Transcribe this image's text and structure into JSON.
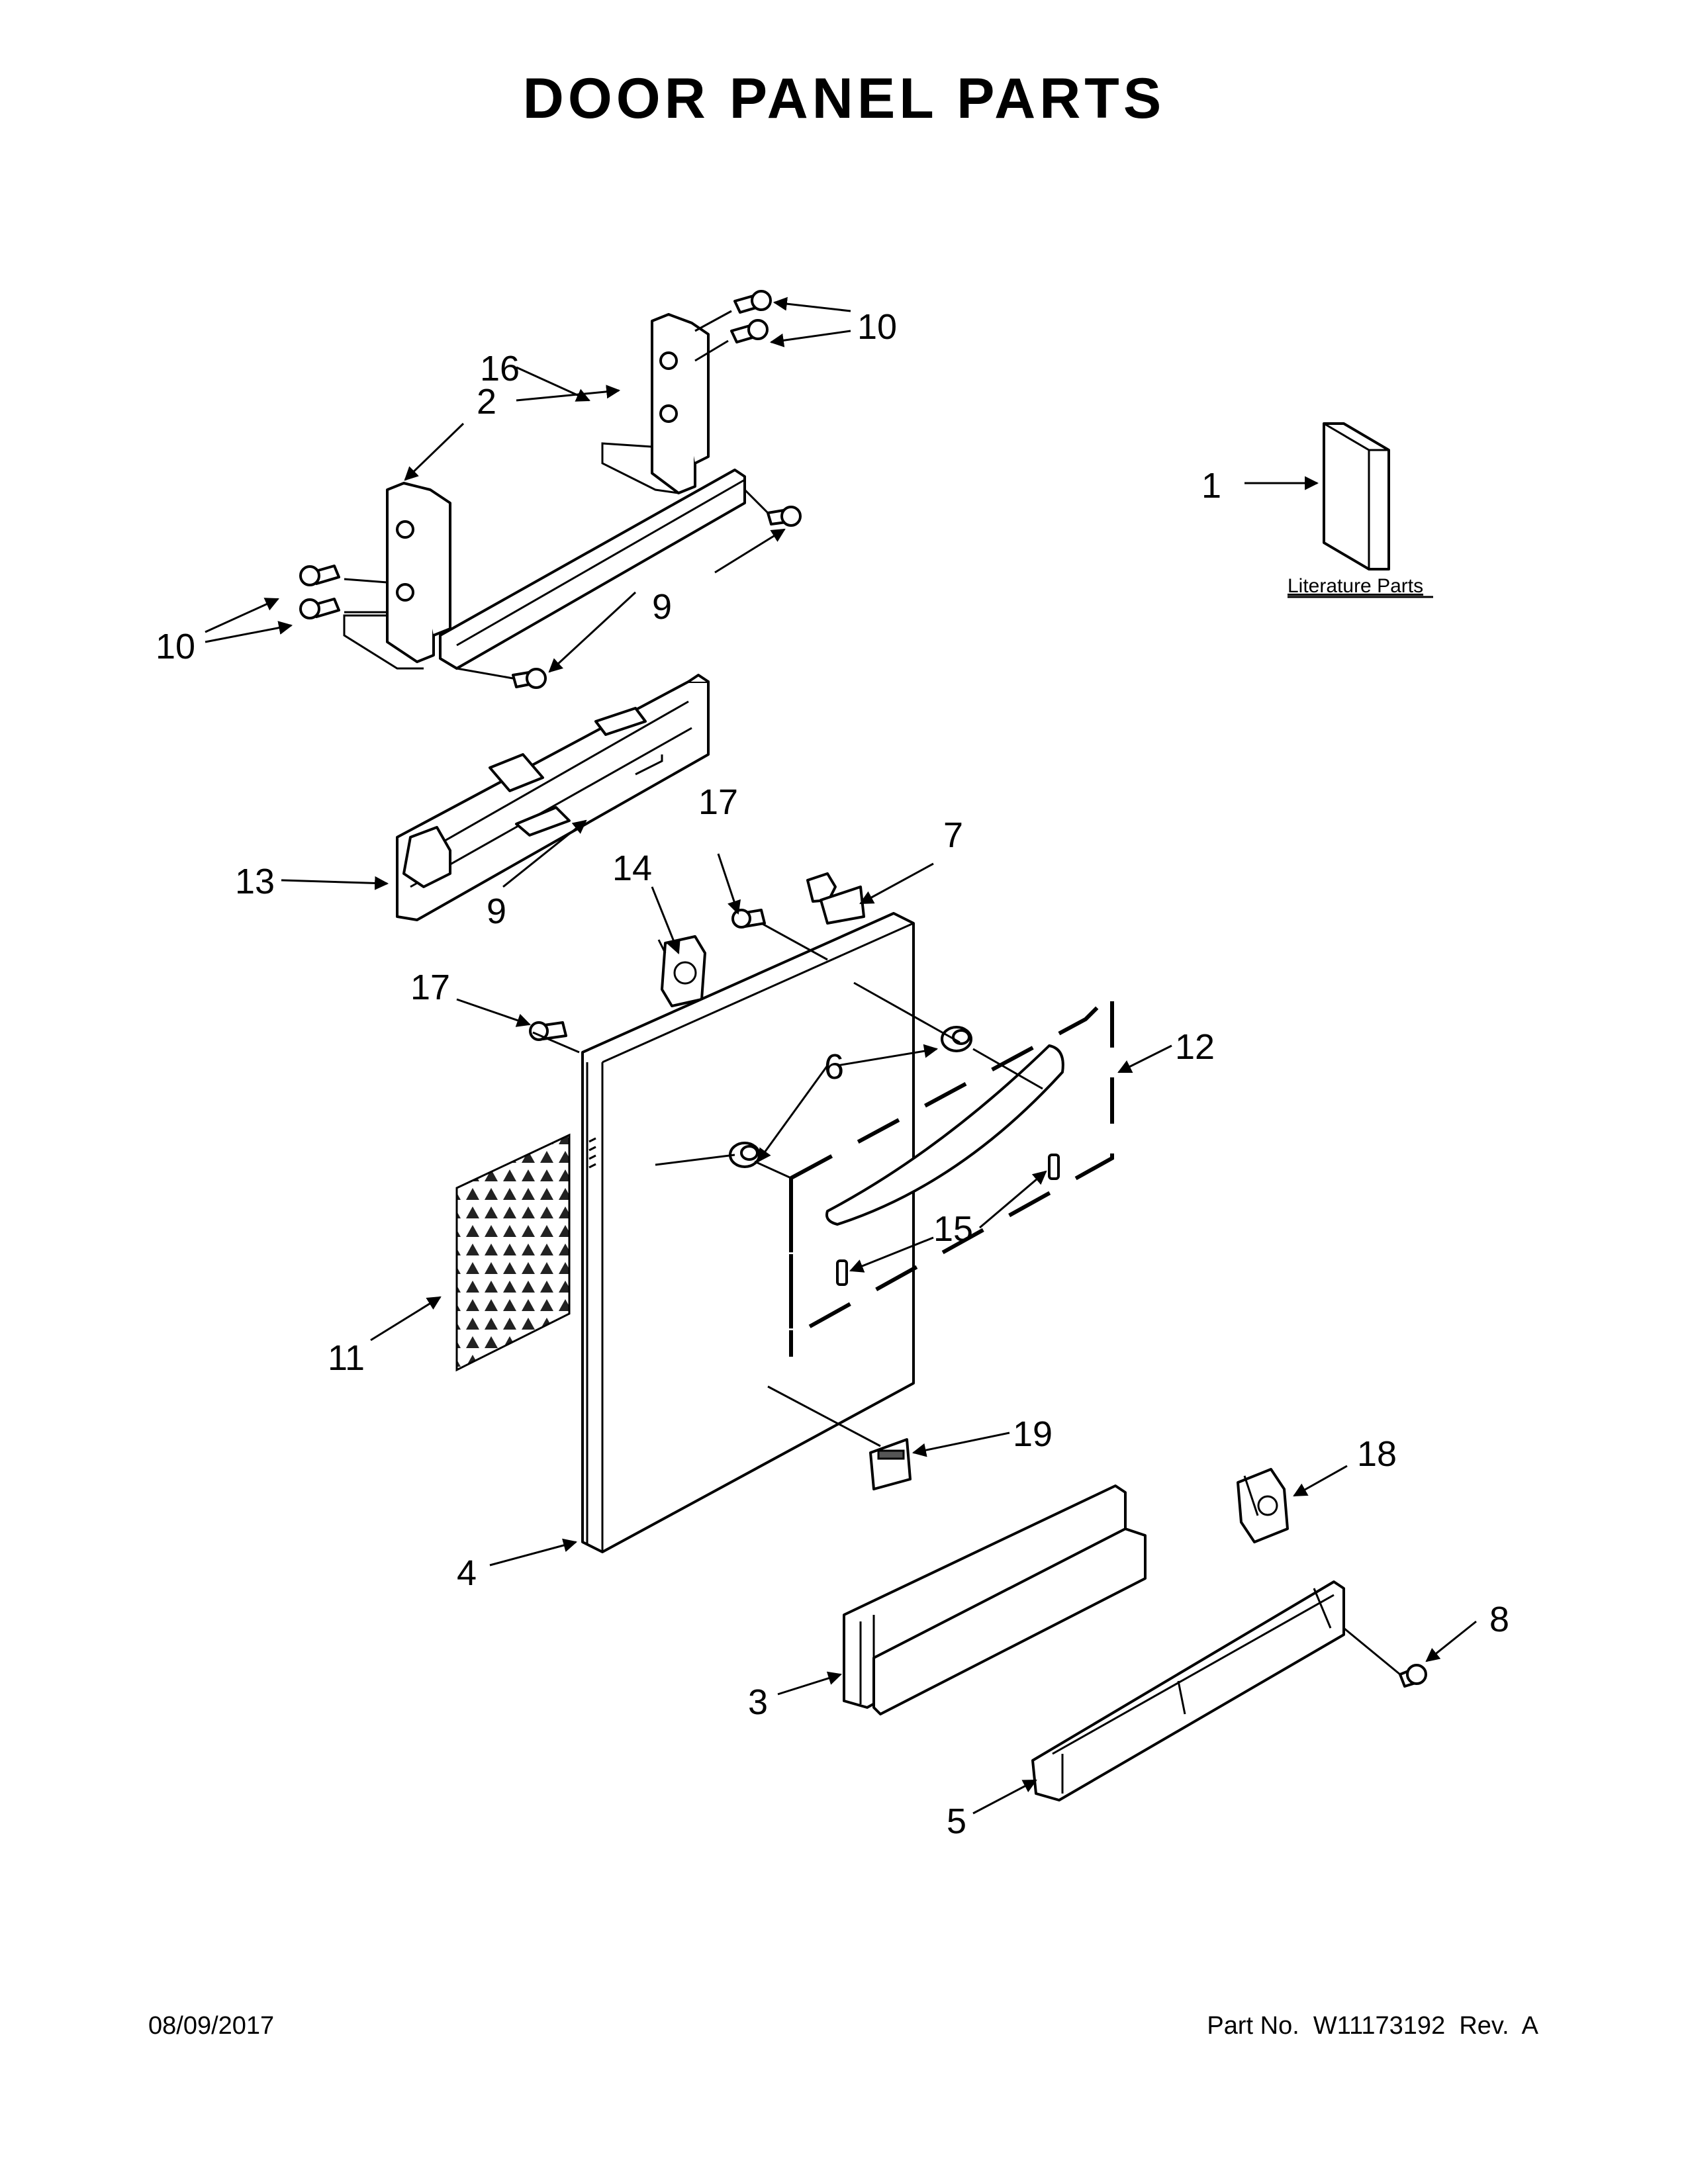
{
  "title": "DOOR PANEL PARTS",
  "callouts": [
    {
      "id": "1",
      "label": "1"
    },
    {
      "id": "2",
      "label": "2"
    },
    {
      "id": "3",
      "label": "3"
    },
    {
      "id": "4",
      "label": "4"
    },
    {
      "id": "5",
      "label": "5"
    },
    {
      "id": "6",
      "label": "6"
    },
    {
      "id": "7",
      "label": "7"
    },
    {
      "id": "8",
      "label": "8"
    },
    {
      "id": "9a",
      "label": "9"
    },
    {
      "id": "9b",
      "label": "9"
    },
    {
      "id": "10a",
      "label": "10"
    },
    {
      "id": "10b",
      "label": "10"
    },
    {
      "id": "11",
      "label": "11"
    },
    {
      "id": "12",
      "label": "12"
    },
    {
      "id": "13",
      "label": "13"
    },
    {
      "id": "14",
      "label": "14"
    },
    {
      "id": "15",
      "label": "15"
    },
    {
      "id": "16",
      "label": "16"
    },
    {
      "id": "17a",
      "label": "17"
    },
    {
      "id": "17b",
      "label": "17"
    },
    {
      "id": "18",
      "label": "18"
    },
    {
      "id": "19",
      "label": "19"
    }
  ],
  "literature_label": "Literature Parts",
  "footer": {
    "date": "08/09/2017",
    "part_no": "Part No.  W11173192  Rev.  A"
  }
}
